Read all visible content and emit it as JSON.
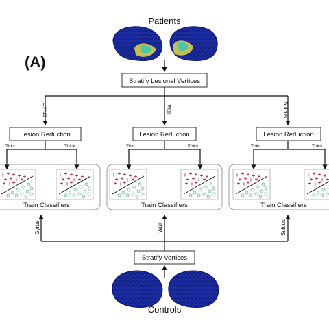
{
  "panel_label": "(A)",
  "top_group": "Patients",
  "bottom_group": "Controls",
  "stratify_lesional": "Stratify Lesional Vertices",
  "stratify_controls": "Stratify Vertices",
  "columns": [
    {
      "strata": "Gyrus",
      "reduction": "Lesion Reduction",
      "thin": "Thin",
      "thick": "Thick",
      "train": "Train Classifiers"
    },
    {
      "strata": "Wall",
      "reduction": "Lesion Reduction",
      "thin": "Thin",
      "thick": "Thick",
      "train": "Train Classifiers"
    },
    {
      "strata": "Sulcus",
      "reduction": "Lesion Reduction",
      "thin": "Thin",
      "thick": "Thick",
      "train": "Train Classifiers"
    }
  ],
  "colors": {
    "brain": "#1a2a9a",
    "brain_dark": "#0d1870",
    "lesion": "#e6d84a",
    "cross": "#c0283a",
    "circle": "#7fb8a8",
    "line": "#111111"
  }
}
